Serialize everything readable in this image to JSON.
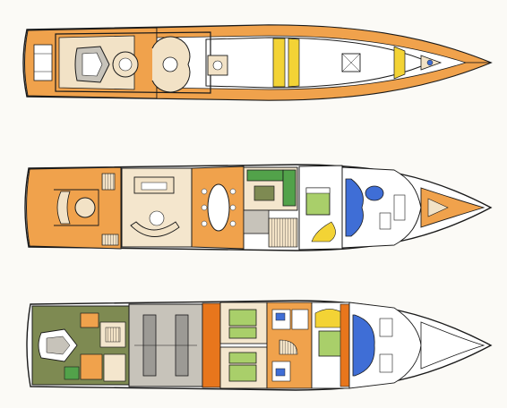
{
  "decks": [
    {
      "id": "sun-deck",
      "level": "upper"
    },
    {
      "id": "main-deck",
      "level": "middle"
    },
    {
      "id": "lower-deck",
      "level": "lower"
    }
  ],
  "colors": {
    "background": "#fbfaf6",
    "outline": "#1a1a1a",
    "deck_teak": "#f0a24c",
    "exterior_deck": "#ffffff",
    "interior_beige": "#f2e2c6",
    "salon_beige": "#f4e6cd",
    "engine_room": "#c7c3ba",
    "crew_olive": "#7e8a52",
    "cabin_green": "#a9cf6a",
    "bath_blue": "#3f6ed6",
    "galley_green": "#52a24a",
    "hull_orange": "#e8761c",
    "highlight_yellow": "#f3d335",
    "furniture_grey": "#9c9a95"
  }
}
